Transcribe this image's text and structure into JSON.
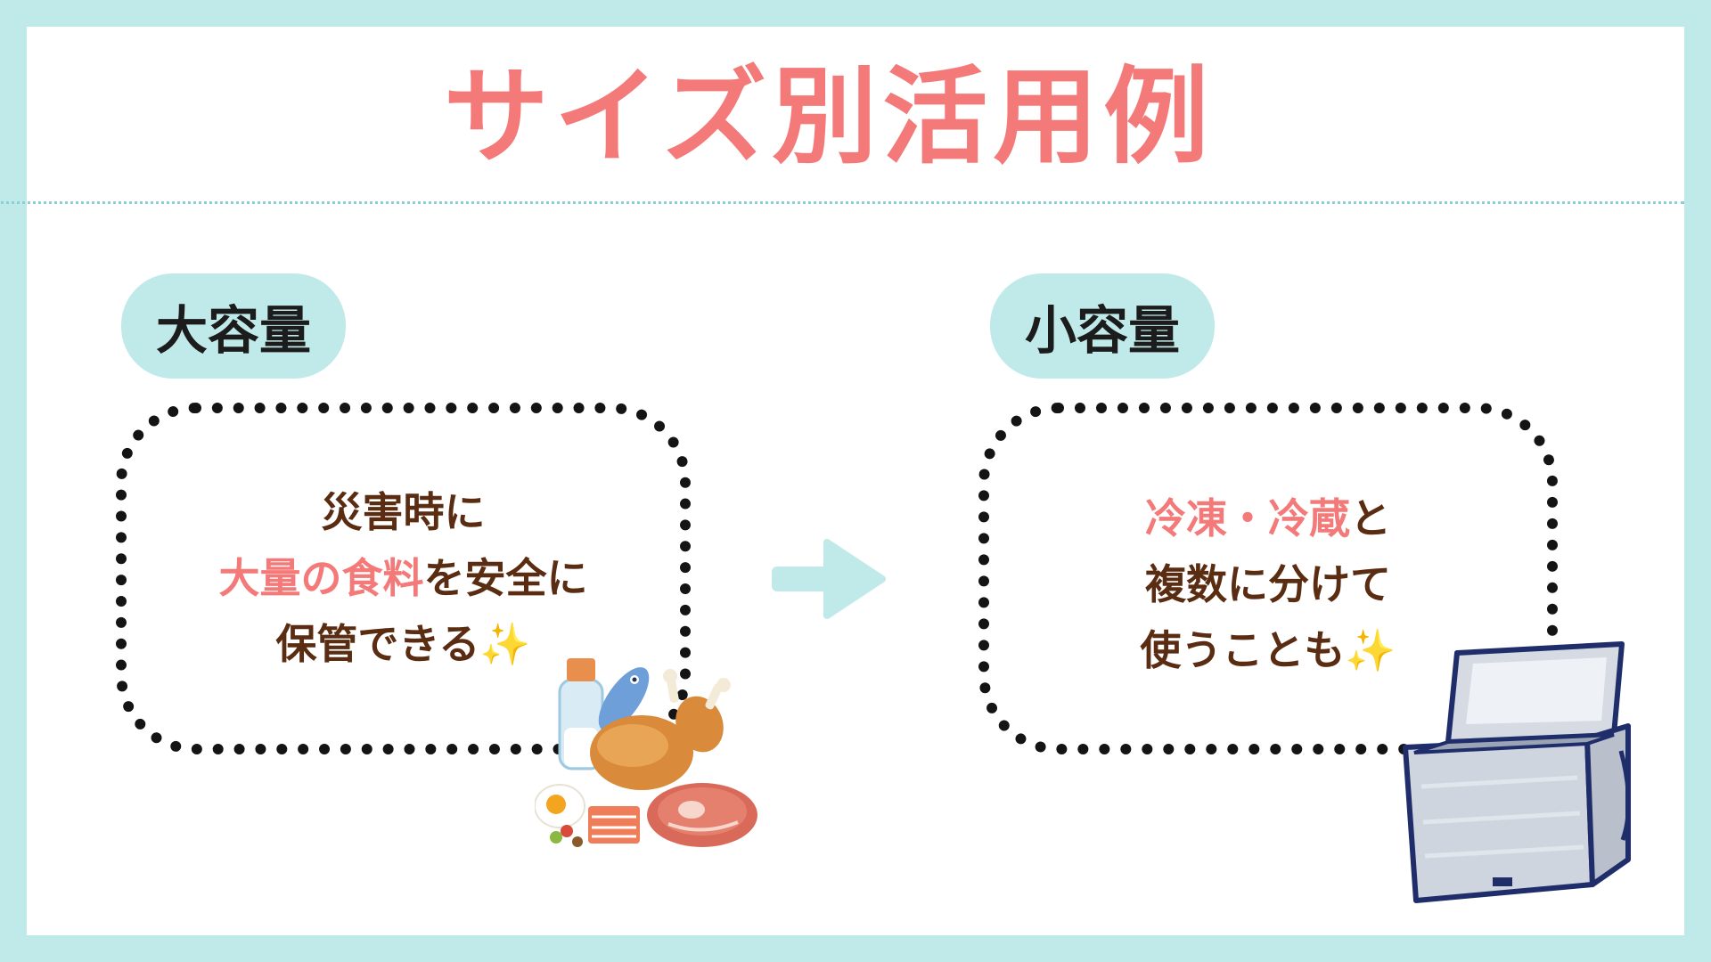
{
  "title": "サイズ別活用例",
  "left": {
    "badge": "大容量",
    "line1": "災害時に",
    "line2_highlight": "大量の食料",
    "line2_rest": "を安全に",
    "line3": "保管できる",
    "sparkle": "✨"
  },
  "right": {
    "badge": "小容量",
    "line1_highlight": "冷凍・冷蔵",
    "line1_rest": "と",
    "line2": "複数に分けて",
    "line3": "使うことも",
    "sparkle": "✨"
  },
  "colors": {
    "frame": "#bfeae9",
    "title": "#f47a7a",
    "highlight": "#f47a7a",
    "body_text": "#5a2c12",
    "dots": "#141414"
  },
  "icons": {
    "arrow": "arrow-right-icon",
    "food": "food-illustration",
    "bag": "cooler-bag-illustration"
  }
}
